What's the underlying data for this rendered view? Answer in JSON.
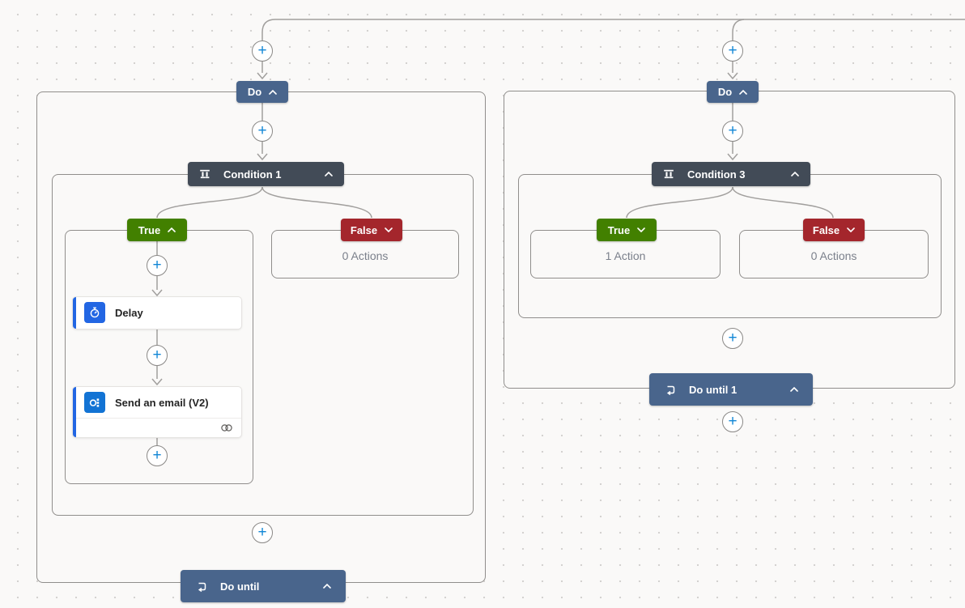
{
  "canvas": {
    "background": "#faf9f8",
    "dot_color": "#d2d0ce"
  },
  "colors": {
    "scope_header_blue": "#49658c",
    "condition_header_dark": "#424b57",
    "true_green": "#428000",
    "false_red": "#a4262c",
    "connector_gray": "#a19f9d",
    "card_accent_blue": "#2266e3",
    "plus_blue": "#1086d6"
  },
  "branches": [
    {
      "do_label": "Do",
      "condition_label": "Condition 1",
      "true_label": "True",
      "false_label": "False",
      "false_summary": "0 Actions",
      "footer_label": "Do until",
      "actions": [
        {
          "title": "Delay"
        },
        {
          "title": "Send an email (V2)"
        }
      ]
    },
    {
      "do_label": "Do",
      "condition_label": "Condition 3",
      "true_label": "True",
      "true_summary": "1 Action",
      "false_label": "False",
      "false_summary": "0 Actions",
      "footer_label": "Do until 1"
    }
  ]
}
